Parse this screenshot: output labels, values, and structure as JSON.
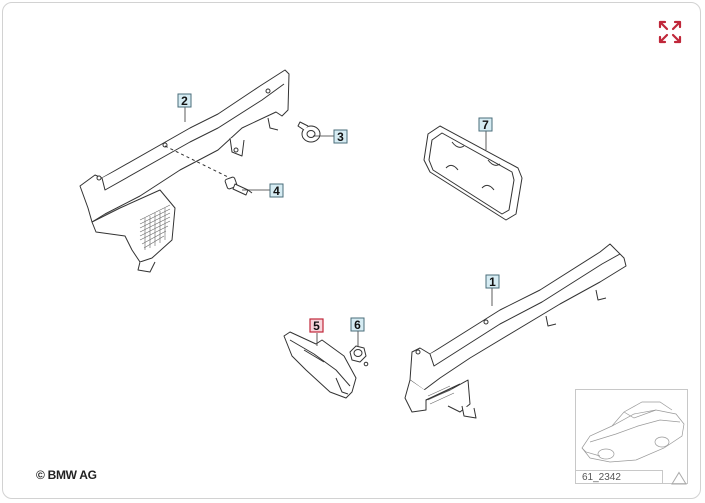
{
  "callouts": [
    {
      "id": "1",
      "label": "1",
      "highlight": false
    },
    {
      "id": "2",
      "label": "2",
      "highlight": false
    },
    {
      "id": "3",
      "label": "3",
      "highlight": false
    },
    {
      "id": "4",
      "label": "4",
      "highlight": false
    },
    {
      "id": "5",
      "label": "5",
      "highlight": true
    },
    {
      "id": "6",
      "label": "6",
      "highlight": false
    },
    {
      "id": "7",
      "label": "7",
      "highlight": false
    }
  ],
  "footer": {
    "copyright": "© BMW AG",
    "thumbnail_code": "61_2342"
  },
  "icons": {
    "expand": "expand-arrows-icon",
    "warning": "warning-triangle-icon"
  },
  "colors": {
    "accent": "#c0273a",
    "callout_fill": "#d6ecf3",
    "callout_highlight_fill": "#f7d6dc",
    "line": "#333333"
  }
}
